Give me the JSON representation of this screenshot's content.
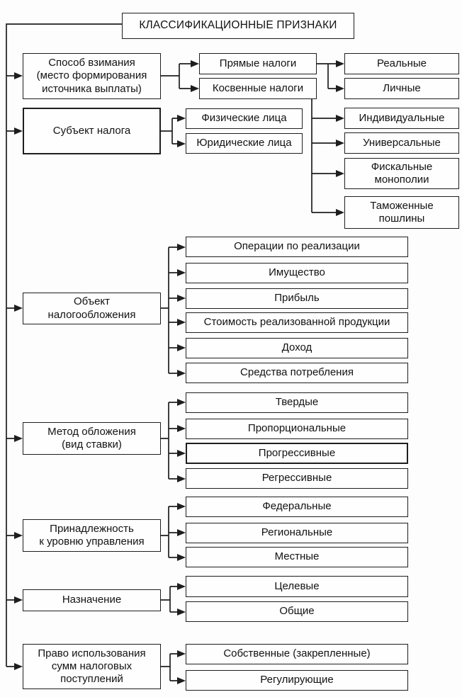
{
  "title": "КЛАССИФИКАЦИОННЫЕ ПРИЗНАКИ",
  "colors": {
    "line": "#1e1e1e",
    "box_background": "#fefefe",
    "page_background": "#fdfdfd",
    "text": "#121212"
  },
  "tree": {
    "rows": [
      {
        "criterion": "Способ взимания\n(место формирования\nисточника выплаты)",
        "children": [
          {
            "label": "Прямые налоги",
            "subtypes": [
              "Реальные",
              "Личные"
            ]
          },
          {
            "label": "Косвенные налоги",
            "subtypes": [
              "Индивидуальные",
              "Универсальные",
              "Фискальные\nмонополии",
              "Таможенные\nпошлины"
            ]
          }
        ]
      },
      {
        "criterion": "Субъект налога",
        "children": [
          {
            "label": "Физические лица"
          },
          {
            "label": "Юридические лица"
          }
        ]
      },
      {
        "criterion": "Объект\nналогообложения",
        "children": [
          {
            "label": "Операции по реализации"
          },
          {
            "label": "Имущество"
          },
          {
            "label": "Прибыль"
          },
          {
            "label": "Стоимость реализованной продукции"
          },
          {
            "label": "Доход"
          },
          {
            "label": "Средства потребления"
          }
        ]
      },
      {
        "criterion": "Метод обложения\n(вид ставки)",
        "children": [
          {
            "label": "Твердые"
          },
          {
            "label": "Пропорциональные"
          },
          {
            "label": "Прогрессивные"
          },
          {
            "label": "Регрессивные"
          }
        ]
      },
      {
        "criterion": "Принадлежность\nк уровню управления",
        "children": [
          {
            "label": "Федеральные"
          },
          {
            "label": "Региональные"
          },
          {
            "label": "Местные"
          }
        ]
      },
      {
        "criterion": "Назначение",
        "children": [
          {
            "label": "Целевые"
          },
          {
            "label": "Общие"
          }
        ]
      },
      {
        "criterion": "Право использования\nсумм налоговых\nпоступлений",
        "children": [
          {
            "label": "Собственные (закрепленные)"
          },
          {
            "label": "Регулирующие"
          }
        ]
      }
    ]
  }
}
